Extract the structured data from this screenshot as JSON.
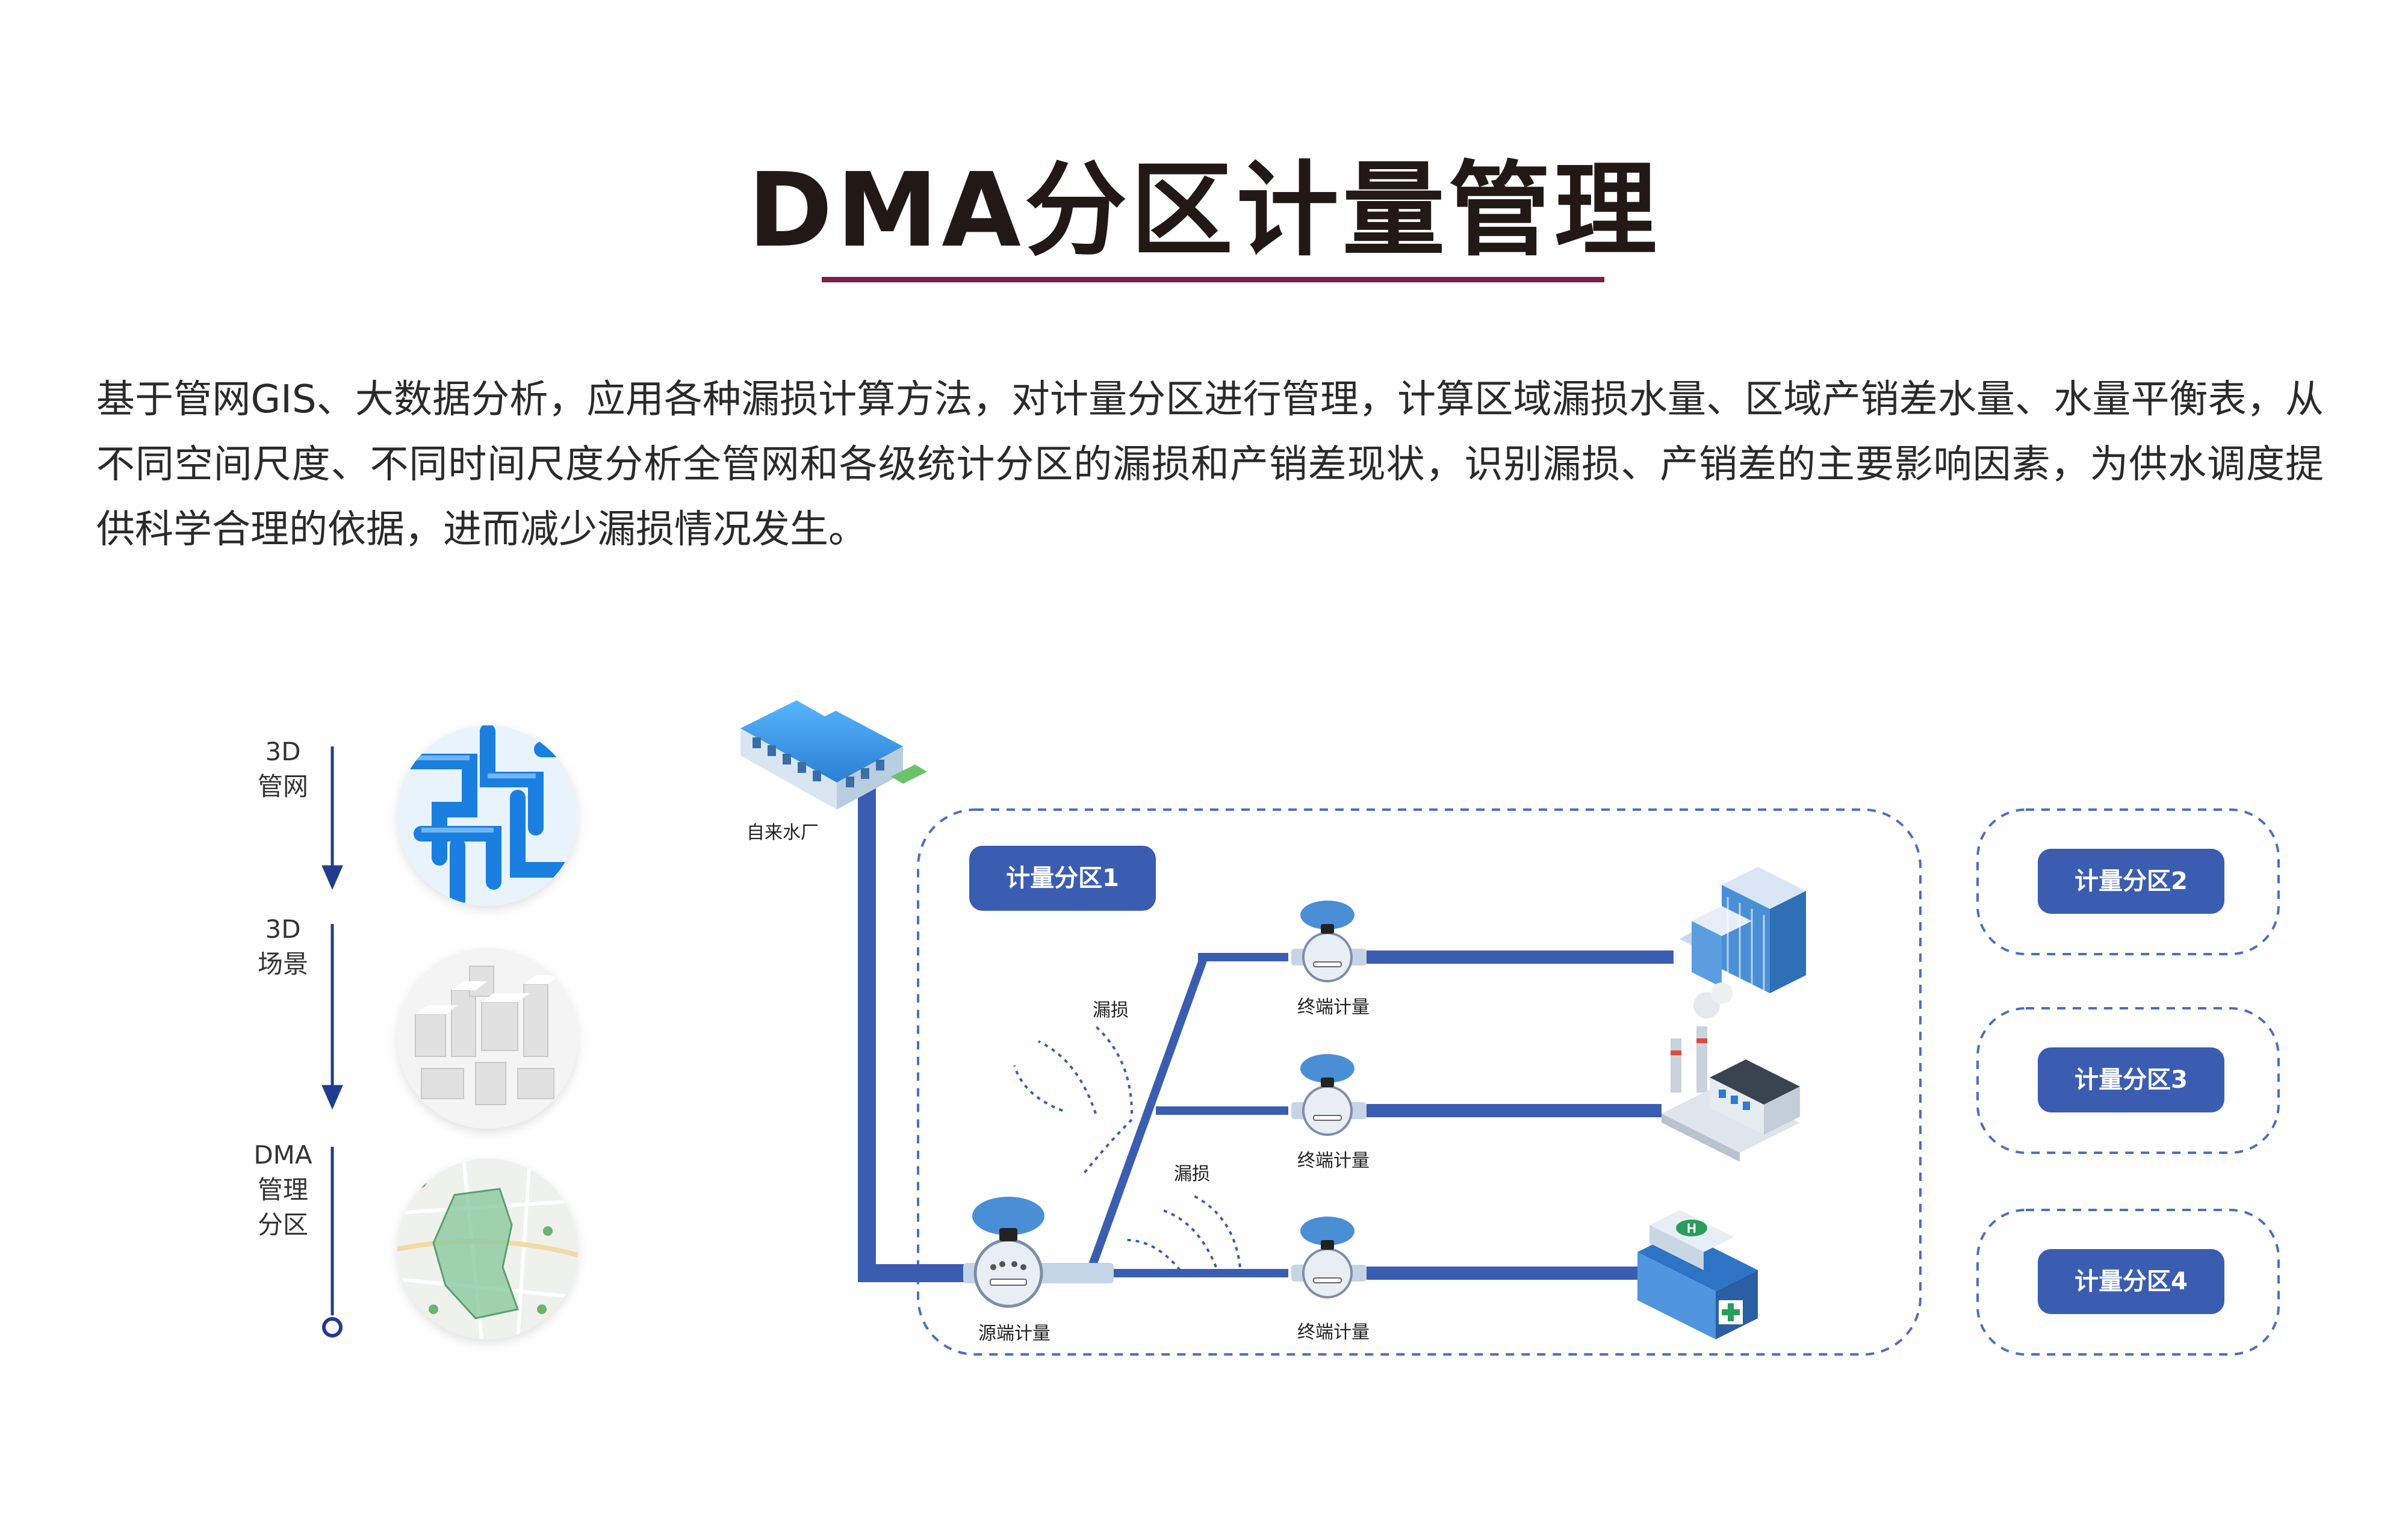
{
  "header": {
    "title": "DMA分区计量管理",
    "description": "基于管网GIS、大数据分析，应用各种漏损计算方法，对计量分区进行管理，计算区域漏损水量、区域产销差水量、水量平衡表，从不同空间尺度、不同时间尺度分析全管网和各级统计分区的漏损和产销差现状，识别漏损、产销差的主要影响因素，为供水调度提供科学合理的依据，进而减少漏损情况发生。"
  },
  "steps": [
    {
      "line1": "3D",
      "line2": "管网",
      "line3": ""
    },
    {
      "line1": "3D",
      "line2": "场景",
      "line3": ""
    },
    {
      "line1": "DMA",
      "line2": "管理",
      "line3": "分区"
    }
  ],
  "diagram": {
    "waterworks": "自来水厂",
    "zone1": "计量分区1",
    "zone2": "计量分区2",
    "zone3": "计量分区3",
    "zone4": "计量分区4",
    "source_meter": "源端计量",
    "terminal_meter": "终端计量",
    "leak": "漏损"
  },
  "colors": {
    "pipe": "#3b5db1",
    "accent": "#7a1e4a",
    "building_blue": "#2f8fd8"
  }
}
